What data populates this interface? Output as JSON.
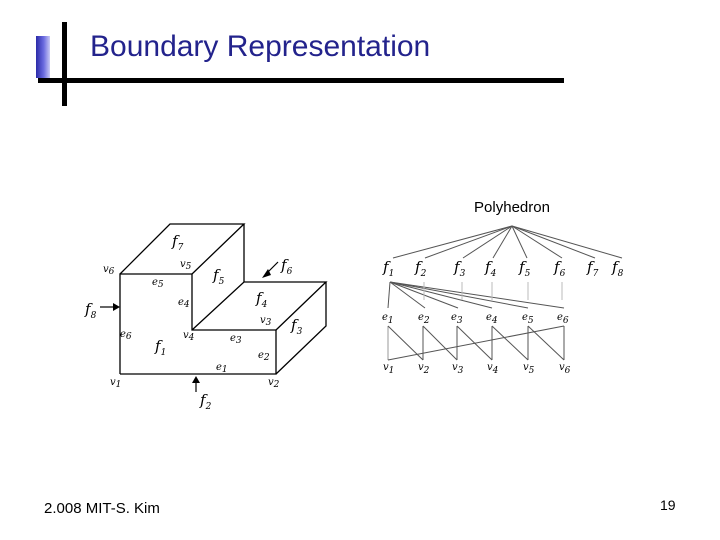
{
  "slide": {
    "title": "Boundary Representation",
    "footer": "2.008 MIT-S. Kim",
    "page_number": "19"
  },
  "left_figure": {
    "face_labels": [
      {
        "id": "f7",
        "base": "f",
        "sub": "7"
      },
      {
        "id": "f6",
        "base": "f",
        "sub": "6"
      },
      {
        "id": "f5",
        "base": "f",
        "sub": "5"
      },
      {
        "id": "f4",
        "base": "f",
        "sub": "4"
      },
      {
        "id": "f3",
        "base": "f",
        "sub": "3"
      },
      {
        "id": "f8",
        "base": "f",
        "sub": "8"
      },
      {
        "id": "f1",
        "base": "f",
        "sub": "1"
      },
      {
        "id": "f2",
        "base": "f",
        "sub": "2"
      }
    ],
    "vertex_labels": [
      {
        "id": "v6",
        "base": "v",
        "sub": "6"
      },
      {
        "id": "v5",
        "base": "v",
        "sub": "5"
      },
      {
        "id": "v4",
        "base": "v",
        "sub": "4"
      },
      {
        "id": "v3",
        "base": "v",
        "sub": "3"
      },
      {
        "id": "v1",
        "base": "v",
        "sub": "1"
      },
      {
        "id": "v2",
        "base": "v",
        "sub": "2"
      }
    ],
    "edge_labels": [
      {
        "id": "e5",
        "base": "e",
        "sub": "5"
      },
      {
        "id": "e4",
        "base": "e",
        "sub": "4"
      },
      {
        "id": "e6",
        "base": "e",
        "sub": "6"
      },
      {
        "id": "e3",
        "base": "e",
        "sub": "3"
      },
      {
        "id": "e2",
        "base": "e",
        "sub": "2"
      },
      {
        "id": "e1",
        "base": "e",
        "sub": "1"
      }
    ]
  },
  "right_figure": {
    "root_label": "Polyhedron",
    "faces": [
      {
        "base": "f",
        "sub": "1"
      },
      {
        "base": "f",
        "sub": "2"
      },
      {
        "base": "f",
        "sub": "3"
      },
      {
        "base": "f",
        "sub": "4"
      },
      {
        "base": "f",
        "sub": "5"
      },
      {
        "base": "f",
        "sub": "6"
      },
      {
        "base": "f",
        "sub": "7"
      },
      {
        "base": "f",
        "sub": "8"
      }
    ],
    "edges": [
      {
        "base": "e",
        "sub": "1"
      },
      {
        "base": "e",
        "sub": "2"
      },
      {
        "base": "e",
        "sub": "3"
      },
      {
        "base": "e",
        "sub": "4"
      },
      {
        "base": "e",
        "sub": "5"
      },
      {
        "base": "e",
        "sub": "6"
      }
    ],
    "vertices": [
      {
        "base": "v",
        "sub": "1"
      },
      {
        "base": "v",
        "sub": "2"
      },
      {
        "base": "v",
        "sub": "3"
      },
      {
        "base": "v",
        "sub": "4"
      },
      {
        "base": "v",
        "sub": "5"
      },
      {
        "base": "v",
        "sub": "6"
      }
    ]
  }
}
